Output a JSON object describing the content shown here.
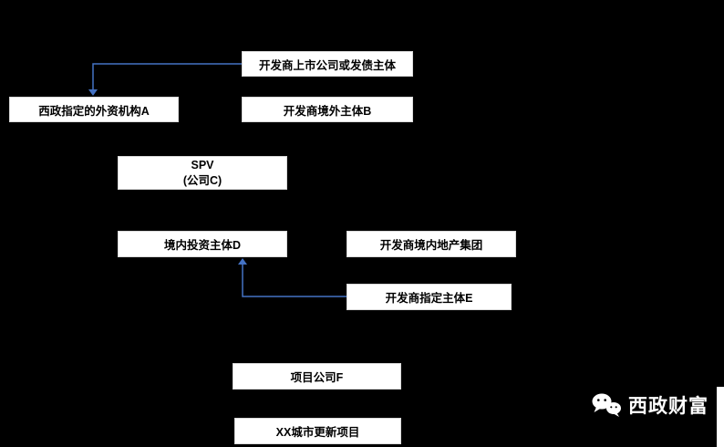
{
  "diagram": {
    "background": "#000000",
    "arrow_color": "#4472C4",
    "boxes": [
      {
        "id": "listed-company-or-bond-issuer",
        "label": "开发商上市公司或发债主体"
      },
      {
        "id": "xizheng-designated-foreign-institution-a",
        "label": "西政指定的外资机构A"
      },
      {
        "id": "developer-offshore-entity-b",
        "label": "开发商境外主体B"
      },
      {
        "id": "spv-company-c",
        "label": "SPV",
        "label2": "(公司C)"
      },
      {
        "id": "domestic-investment-entity-d",
        "label": "境内投资主体D"
      },
      {
        "id": "developer-domestic-real-estate-group",
        "label": "开发商境内地产集团"
      },
      {
        "id": "developer-designated-entity-e",
        "label": "开发商指定主体E"
      },
      {
        "id": "project-company-f",
        "label": "项目公司F"
      },
      {
        "id": "xx-urban-renewal-project",
        "label": "XX城市更新项目"
      }
    ]
  },
  "watermark": {
    "brand": "西政财富"
  }
}
